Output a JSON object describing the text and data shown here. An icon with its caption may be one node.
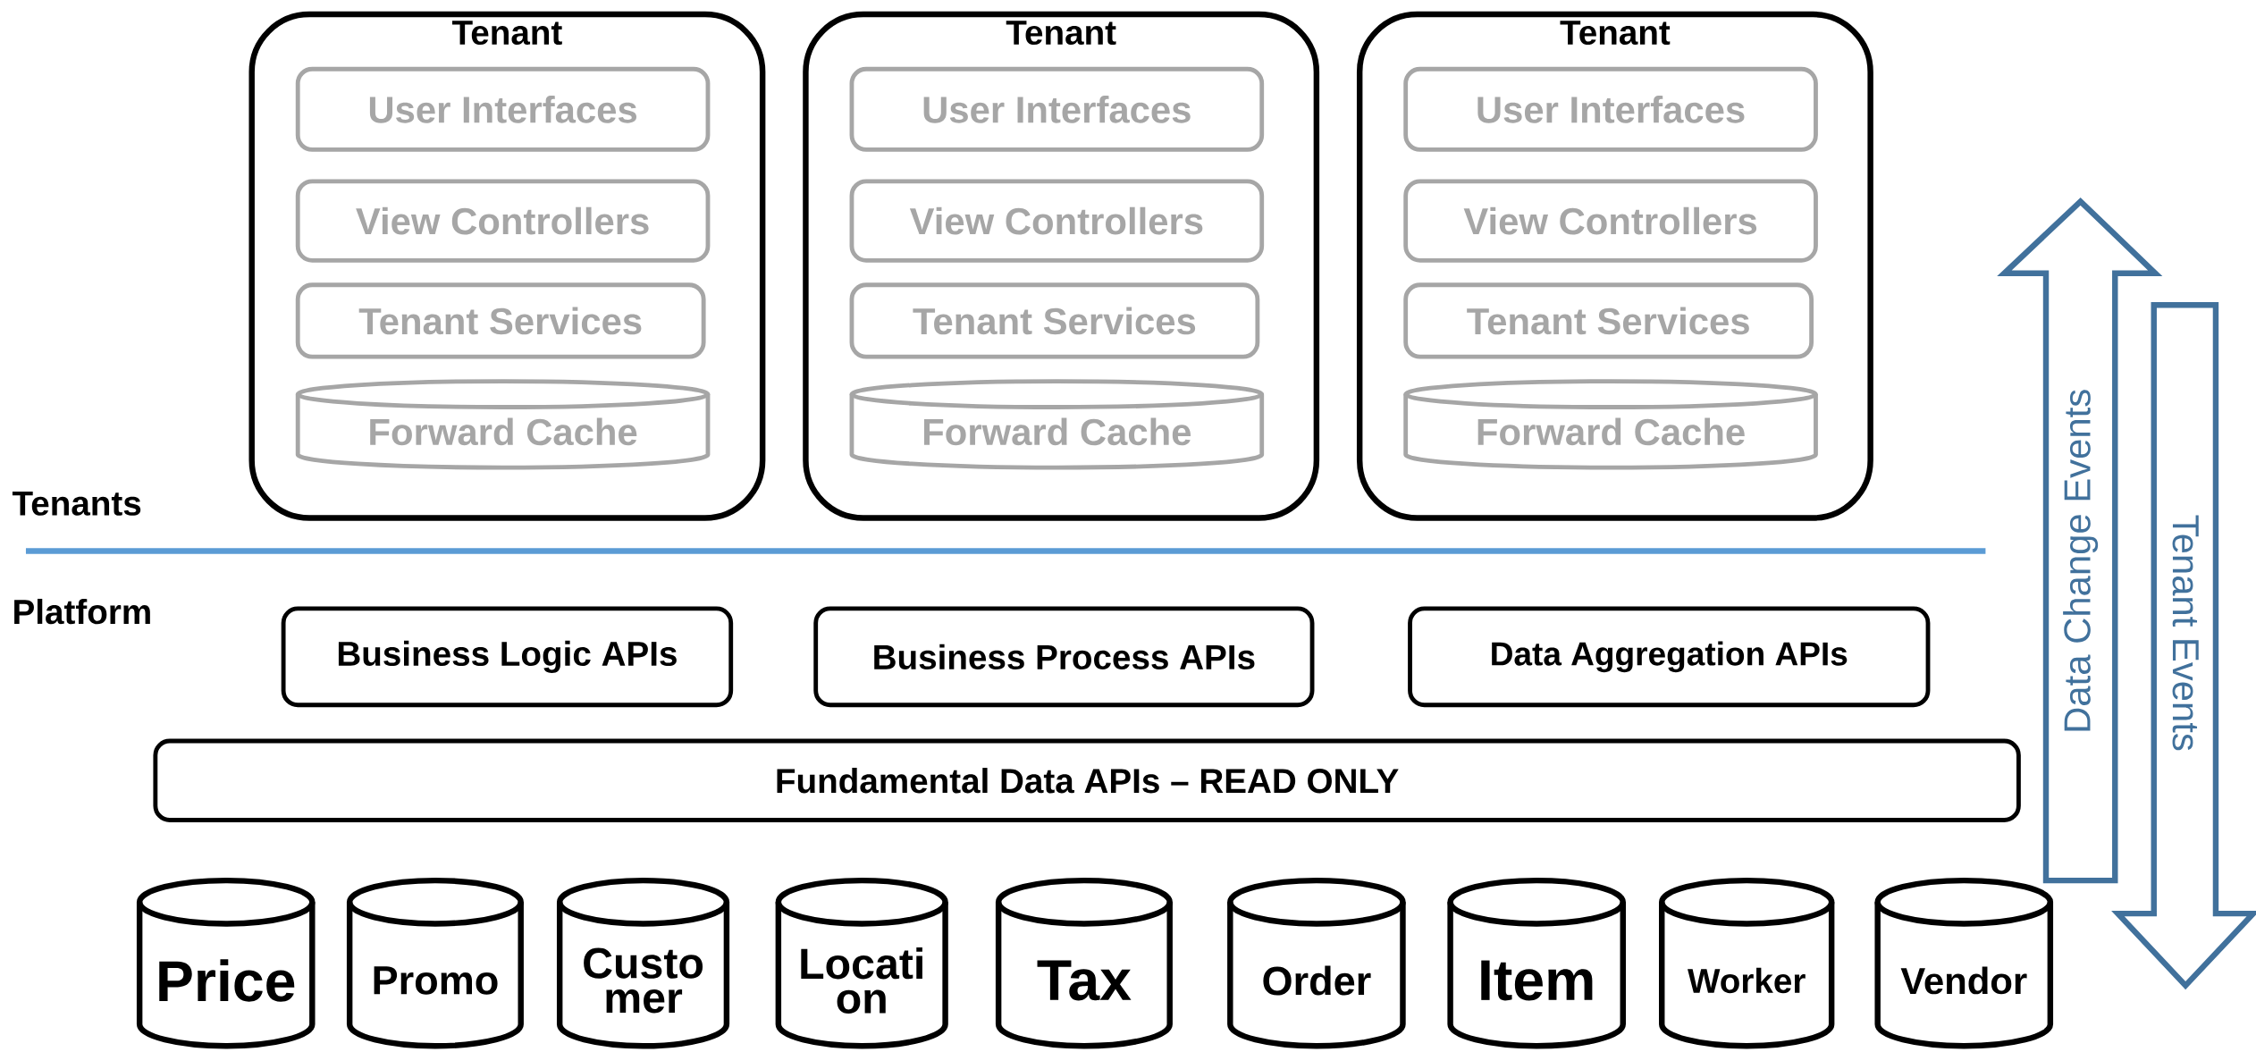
{
  "diagram": {
    "nodes": [
      {
        "text": [
          "Tenant"
        ]
      },
      {
        "text": [
          "User Interfaces"
        ],
        "in": 0
      },
      {
        "text": [
          "View Controllers"
        ],
        "in": 0
      },
      {
        "text": [
          "Tenant Services"
        ],
        "in": 0
      },
      {
        "text": [
          "Forward Cache"
        ],
        "in": 0
      },
      {
        "text": [
          "Tenant"
        ]
      },
      {
        "text": [
          "User Interfaces"
        ],
        "in": 5
      },
      {
        "text": [
          "View Controllers"
        ],
        "in": 5
      },
      {
        "text": [
          "Tenant Services"
        ],
        "in": 5
      },
      {
        "text": [
          "Forward Cache"
        ],
        "in": 5
      },
      {
        "text": [
          "Tenant"
        ]
      },
      {
        "text": [
          "User Interfaces"
        ],
        "in": 10
      },
      {
        "text": [
          "View Controllers"
        ],
        "in": 10
      },
      {
        "text": [
          "Tenant Services"
        ],
        "in": 10
      },
      {
        "text": [
          "Forward Cache"
        ],
        "in": 10
      },
      {
        "text": [
          "Business Logic APIs"
        ]
      },
      {
        "text": [
          "Business Process APIs"
        ]
      },
      {
        "text": [
          "Data Aggregation APIs"
        ]
      },
      {
        "text": [
          "Fundamental Data APIs – READ ONLY"
        ]
      },
      {
        "text": [
          "Price"
        ]
      },
      {
        "text": [
          "Promo"
        ]
      },
      {
        "text": [
          "Custo mer"
        ]
      },
      {
        "text": [
          "Locati on"
        ]
      },
      {
        "text": [
          "Tax"
        ]
      },
      {
        "text": [
          "Order"
        ]
      },
      {
        "text": [
          "Item"
        ]
      },
      {
        "text": [
          "Worker"
        ]
      },
      {
        "text": [
          "Vendor"
        ]
      }
    ],
    "labels": [
      "Tenants",
      "Platform",
      "Data Change Events",
      "Tenant Events"
    ]
  }
}
